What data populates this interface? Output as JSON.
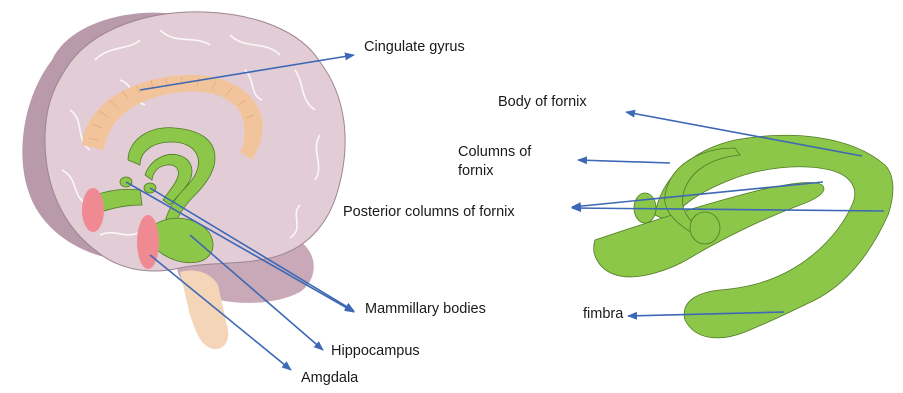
{
  "labels": {
    "cingulate_gyrus": "Cingulate gyrus",
    "body_of_fornix": "Body of fornix",
    "columns_of_fornix": "Columns of\nfornix",
    "posterior_columns_of_fornix": "Posterior columns of fornix",
    "mammillary_bodies": "Mammillary bodies",
    "fimbra": "fimbra",
    "hippocampus": "Hippocampus",
    "amgdala": "Amgdala"
  },
  "colors": {
    "arrow": "#3d68b5",
    "brain_fill": "#e2cdd6",
    "brain_edge": "#9d8492",
    "brain_shadow": "#b89aab",
    "cingulate": "#f2c49c",
    "fornix": "#8cc74a",
    "fornix_edge": "#4f7a26",
    "amygdala": "#f08a92",
    "cerebellum": "#c9a9b7",
    "brainstem": "#f4d5b8"
  }
}
